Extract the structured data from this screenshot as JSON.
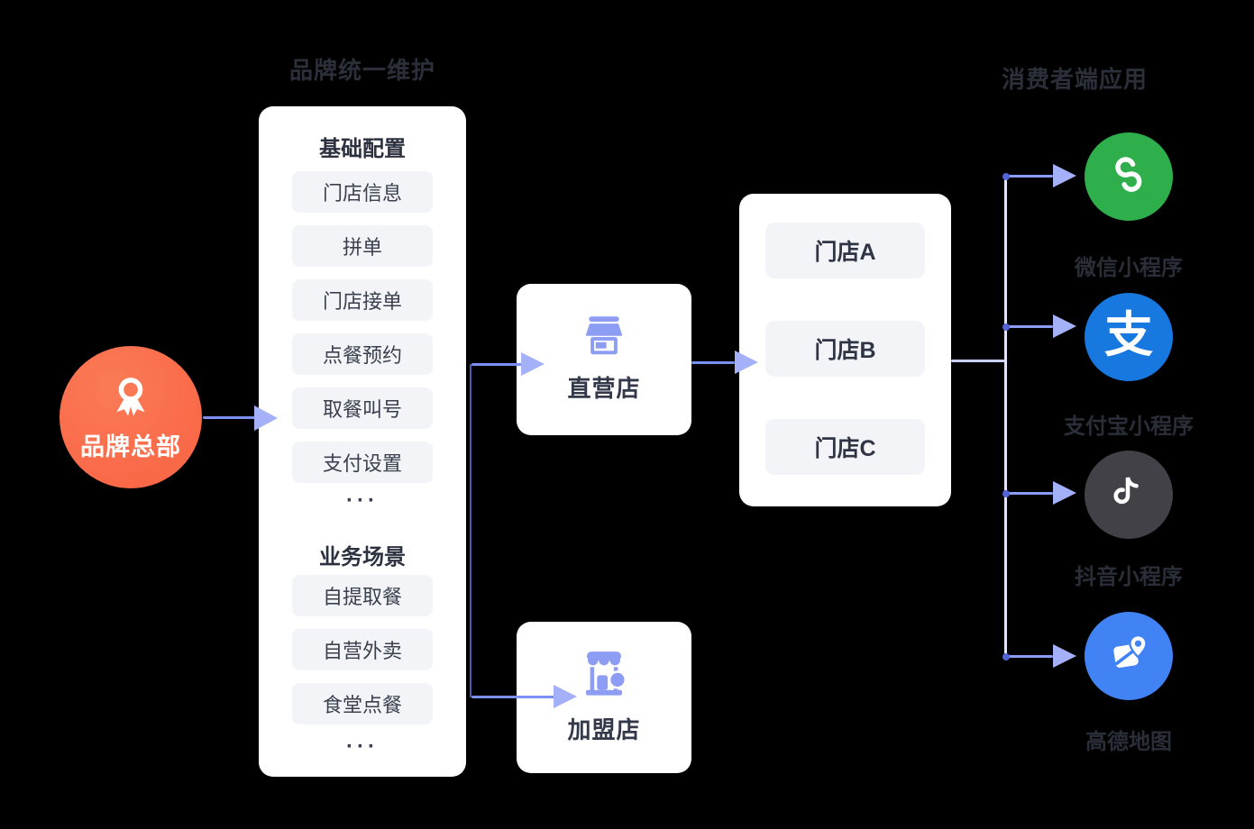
{
  "left_group": {
    "title": "品牌统一维护",
    "hq": {
      "label": "品牌总部",
      "color": "#FA6A4D"
    },
    "card": {
      "section1": {
        "heading": "基础配置",
        "items": [
          "门店信息",
          "拼单",
          "门店接单",
          "点餐预约",
          "取餐叫号",
          "支付设置"
        ],
        "more": "···"
      },
      "section2": {
        "heading": "业务场景",
        "items": [
          "自提取餐",
          "自营外卖",
          "食堂点餐"
        ],
        "more": "···"
      }
    }
  },
  "middle": {
    "direct_store": {
      "label": "直营店"
    },
    "franchise_store": {
      "label": "加盟店"
    }
  },
  "stores_card": {
    "items": [
      "门店A",
      "门店B",
      "门店C"
    ]
  },
  "right_group": {
    "title": "消费者端应用",
    "apps": [
      {
        "label": "微信小程序",
        "color": "#2FAF4B"
      },
      {
        "label": "支付宝小程序",
        "color": "#1778E0",
        "glyph": "支"
      },
      {
        "label": "抖音小程序",
        "color": "#414147"
      },
      {
        "label": "高德地图",
        "color": "#4183F4"
      }
    ]
  },
  "connector_colors": {
    "line": "#7C8FF2",
    "arrowhead": "#A4B1F8",
    "mid_spine": "#4d5ab0",
    "right_spine": "#E1E5FA",
    "stub": "#C9D0F7"
  }
}
